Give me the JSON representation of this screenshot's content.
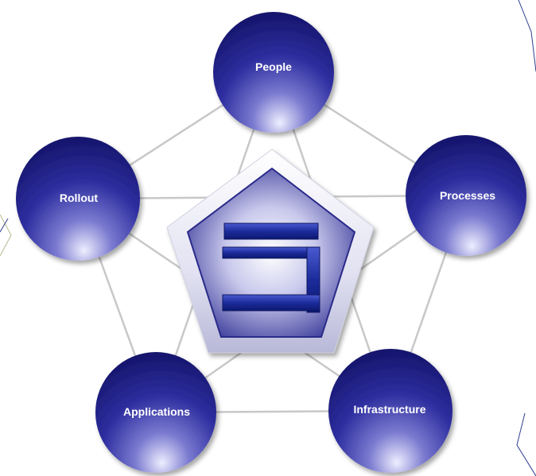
{
  "diagram": {
    "center_emblem": {
      "icon": "stylized-s-logo-icon"
    },
    "nodes": [
      {
        "id": "people",
        "label": "People"
      },
      {
        "id": "processes",
        "label": "Processes"
      },
      {
        "id": "infrastructure",
        "label": "Infrastructure"
      },
      {
        "id": "applications",
        "label": "Applications"
      },
      {
        "id": "rollout",
        "label": "Rollout"
      }
    ],
    "colors": {
      "node_dark": "#1a1a7a",
      "node_mid": "#3a3ab0",
      "node_light": "#e8e8ff",
      "connector": "#c8c8c8",
      "logo_bar": "#1c2c9c",
      "accent_line": "#2e3d8f"
    }
  }
}
